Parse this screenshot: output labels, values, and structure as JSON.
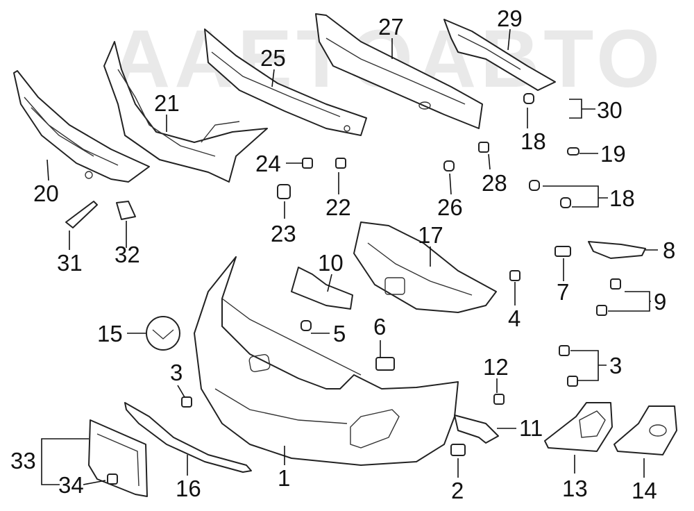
{
  "watermark": "AAETOABTO",
  "callouts": {
    "c1": "1",
    "c2": "2",
    "c3a": "3",
    "c3b": "3",
    "c4": "4",
    "c5": "5",
    "c6": "6",
    "c7": "7",
    "c8": "8",
    "c9": "9",
    "c10": "10",
    "c11": "11",
    "c12": "12",
    "c13": "13",
    "c14": "14",
    "c15": "15",
    "c16": "16",
    "c17": "17",
    "c18a": "18",
    "c18b": "18",
    "c19": "19",
    "c20": "20",
    "c21": "21",
    "c22": "22",
    "c23": "23",
    "c24": "24",
    "c25": "25",
    "c26": "26",
    "c27": "27",
    "c28": "28",
    "c29": "29",
    "c30": "30",
    "c31": "31",
    "c32": "32",
    "c33": "33",
    "c34": "34"
  }
}
